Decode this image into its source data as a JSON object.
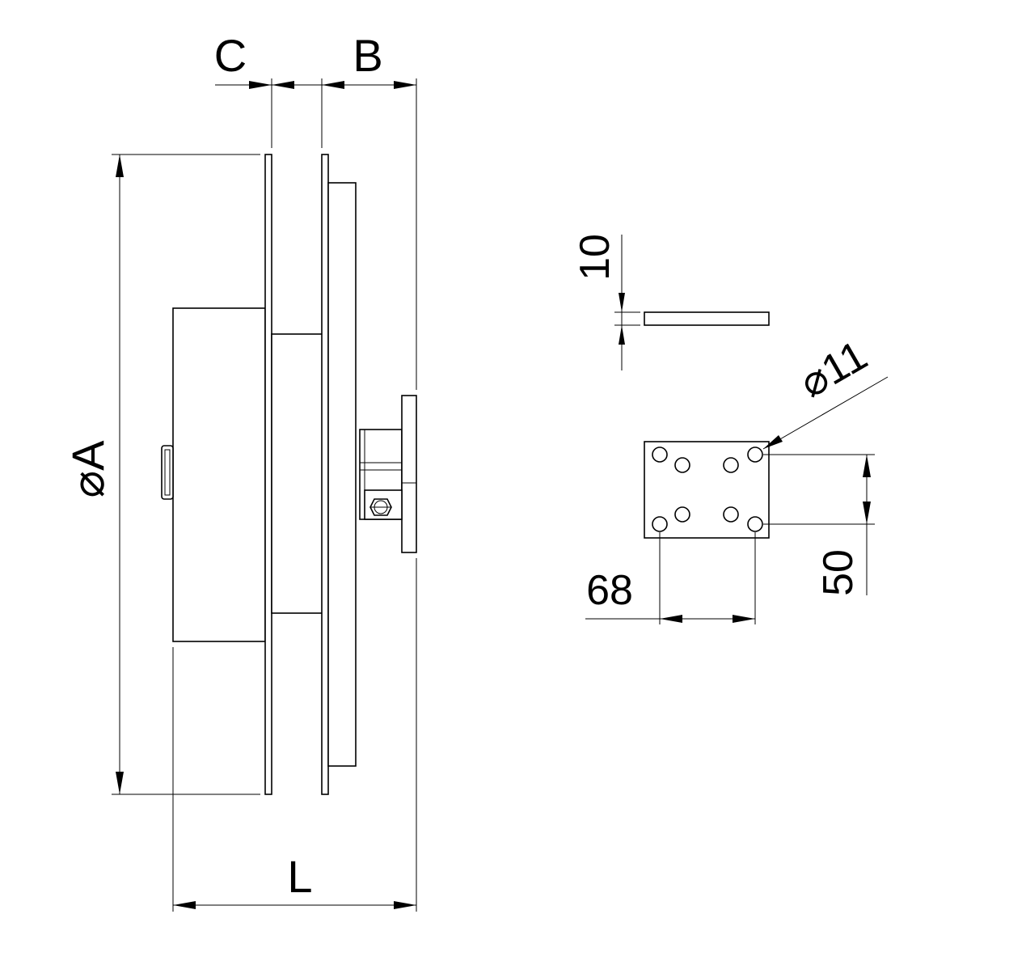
{
  "drawing": {
    "side_view": {
      "dim_C": "C",
      "dim_B": "B",
      "dim_A_symbol": "⌀",
      "dim_A": "A",
      "dim_L": "L"
    },
    "plate_view": {
      "dim_thickness": "10",
      "dim_hole_symbol": "⌀",
      "dim_hole": "11",
      "dim_width": "68",
      "dim_height": "50"
    }
  }
}
